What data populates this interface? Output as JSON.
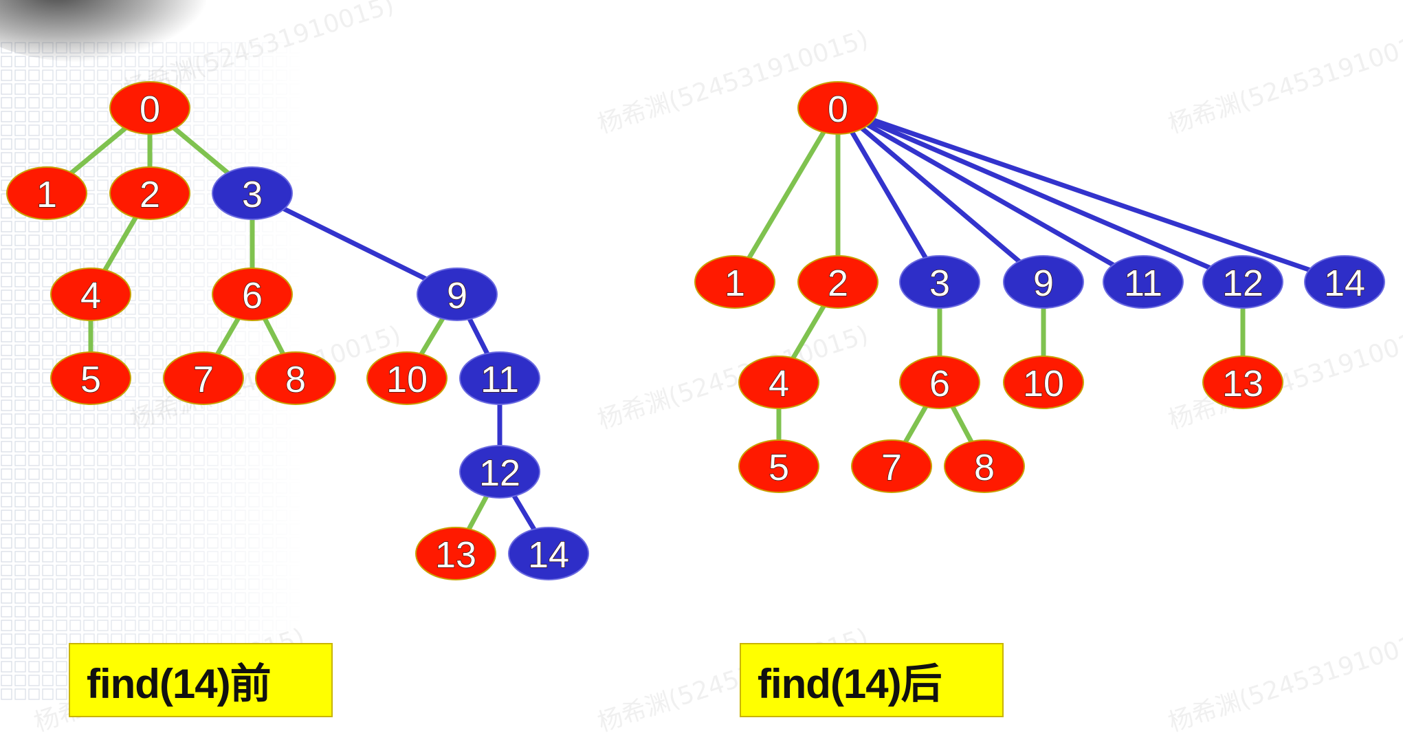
{
  "colors": {
    "red_node": "#ff1a00",
    "blue_node": "#2e2ec8",
    "green_edge": "#7fc24f",
    "blue_edge": "#3333cc",
    "caption_bg": "#ffff00"
  },
  "before": {
    "caption": "find(14)前",
    "nodes": [
      {
        "id": "0",
        "label": "0",
        "color": "red"
      },
      {
        "id": "1",
        "label": "1",
        "color": "red"
      },
      {
        "id": "2",
        "label": "2",
        "color": "red"
      },
      {
        "id": "3",
        "label": "3",
        "color": "blue"
      },
      {
        "id": "4",
        "label": "4",
        "color": "red"
      },
      {
        "id": "5",
        "label": "5",
        "color": "red"
      },
      {
        "id": "6",
        "label": "6",
        "color": "red"
      },
      {
        "id": "7",
        "label": "7",
        "color": "red"
      },
      {
        "id": "8",
        "label": "8",
        "color": "red"
      },
      {
        "id": "9",
        "label": "9",
        "color": "blue"
      },
      {
        "id": "10",
        "label": "10",
        "color": "red"
      },
      {
        "id": "11",
        "label": "11",
        "color": "blue"
      },
      {
        "id": "12",
        "label": "12",
        "color": "blue"
      },
      {
        "id": "13",
        "label": "13",
        "color": "red"
      },
      {
        "id": "14",
        "label": "14",
        "color": "blue"
      }
    ],
    "edges": [
      {
        "from": "0",
        "to": "1",
        "color": "green"
      },
      {
        "from": "0",
        "to": "2",
        "color": "green"
      },
      {
        "from": "0",
        "to": "3",
        "color": "green"
      },
      {
        "from": "2",
        "to": "4",
        "color": "green"
      },
      {
        "from": "4",
        "to": "5",
        "color": "green"
      },
      {
        "from": "3",
        "to": "6",
        "color": "green"
      },
      {
        "from": "3",
        "to": "9",
        "color": "blue"
      },
      {
        "from": "6",
        "to": "7",
        "color": "green"
      },
      {
        "from": "6",
        "to": "8",
        "color": "green"
      },
      {
        "from": "9",
        "to": "10",
        "color": "green"
      },
      {
        "from": "9",
        "to": "11",
        "color": "blue"
      },
      {
        "from": "11",
        "to": "12",
        "color": "blue"
      },
      {
        "from": "12",
        "to": "13",
        "color": "green"
      },
      {
        "from": "12",
        "to": "14",
        "color": "blue"
      }
    ]
  },
  "after": {
    "caption": "find(14)后",
    "nodes": [
      {
        "id": "0",
        "label": "0",
        "color": "red"
      },
      {
        "id": "1",
        "label": "1",
        "color": "red"
      },
      {
        "id": "2",
        "label": "2",
        "color": "red"
      },
      {
        "id": "3",
        "label": "3",
        "color": "blue"
      },
      {
        "id": "9",
        "label": "9",
        "color": "blue"
      },
      {
        "id": "11",
        "label": "11",
        "color": "blue"
      },
      {
        "id": "12",
        "label": "12",
        "color": "blue"
      },
      {
        "id": "14",
        "label": "14",
        "color": "blue"
      },
      {
        "id": "4",
        "label": "4",
        "color": "red"
      },
      {
        "id": "5",
        "label": "5",
        "color": "red"
      },
      {
        "id": "6",
        "label": "6",
        "color": "red"
      },
      {
        "id": "7",
        "label": "7",
        "color": "red"
      },
      {
        "id": "8",
        "label": "8",
        "color": "red"
      },
      {
        "id": "10",
        "label": "10",
        "color": "red"
      },
      {
        "id": "13",
        "label": "13",
        "color": "red"
      }
    ],
    "edges": [
      {
        "from": "0",
        "to": "1",
        "color": "green"
      },
      {
        "from": "0",
        "to": "2",
        "color": "green"
      },
      {
        "from": "0",
        "to": "3",
        "color": "blue"
      },
      {
        "from": "0",
        "to": "9",
        "color": "blue"
      },
      {
        "from": "0",
        "to": "11",
        "color": "blue"
      },
      {
        "from": "0",
        "to": "12",
        "color": "blue"
      },
      {
        "from": "0",
        "to": "14",
        "color": "blue"
      },
      {
        "from": "2",
        "to": "4",
        "color": "green"
      },
      {
        "from": "4",
        "to": "5",
        "color": "green"
      },
      {
        "from": "3",
        "to": "6",
        "color": "green"
      },
      {
        "from": "6",
        "to": "7",
        "color": "green"
      },
      {
        "from": "6",
        "to": "8",
        "color": "green"
      },
      {
        "from": "9",
        "to": "10",
        "color": "green"
      },
      {
        "from": "12",
        "to": "13",
        "color": "green"
      }
    ]
  },
  "watermark": "杨希渊(524531910015)"
}
